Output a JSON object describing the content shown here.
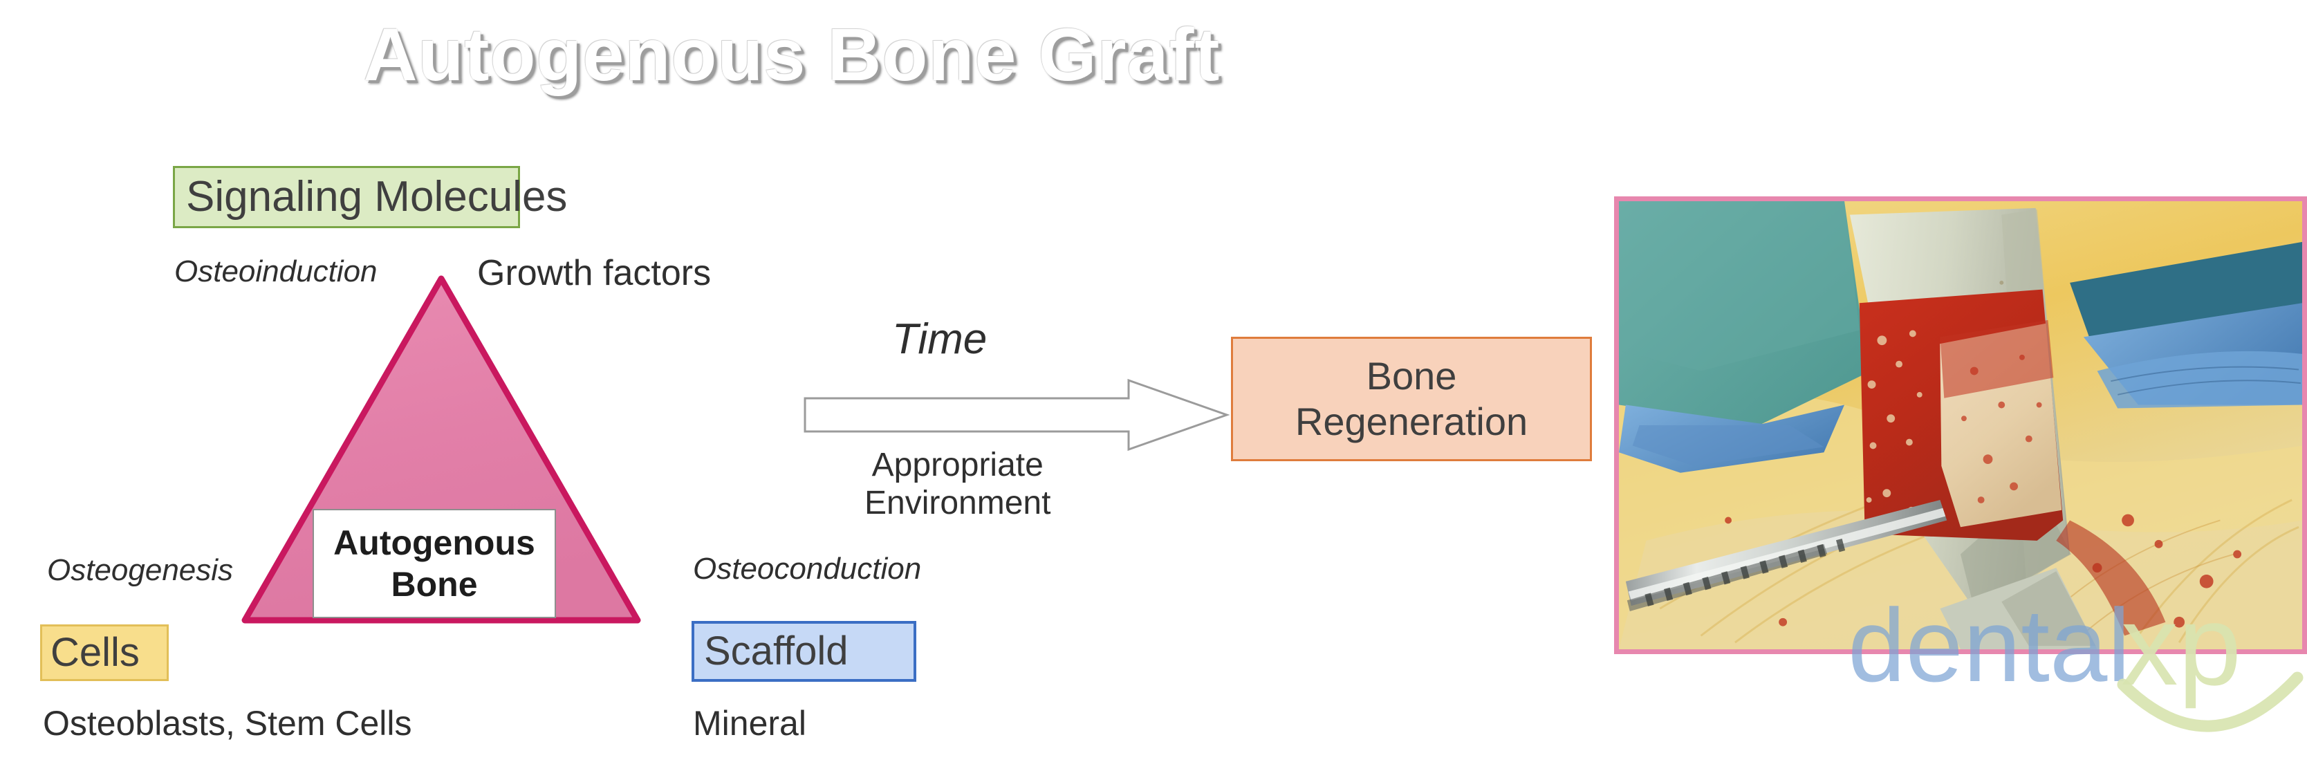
{
  "slide": {
    "title": "Autogenous Bone Graft",
    "background_color": "#ffffff"
  },
  "triad": {
    "center_label_line1": "Autogenous",
    "center_label_line2": "Bone",
    "triangle_fill": "#e27fa8",
    "triangle_border": "#c9185f",
    "vertices": [
      {
        "id": "signaling",
        "box_label": "Signaling Molecules",
        "mechanism": "Osteoinduction",
        "component": "Growth factors",
        "fill": "#dcebc4",
        "border": "#7aa646"
      },
      {
        "id": "cells",
        "box_label": "Cells",
        "mechanism": "Osteogenesis",
        "component": "Osteoblasts, Stem Cells",
        "fill": "#f8de8c",
        "border": "#e2bf58"
      },
      {
        "id": "scaffold",
        "box_label": "Scaffold",
        "mechanism": "Osteoconduction",
        "component": "Mineral",
        "fill": "#c6d9f6",
        "border": "#3b6ec4"
      }
    ]
  },
  "process": {
    "arrow_label_above": "Time",
    "arrow_label_below_line1": "Appropriate",
    "arrow_label_below_line2": "Environment",
    "arrow_fill": "#ffffff",
    "arrow_border": "#9b9b9b"
  },
  "outcome": {
    "label_line1": "Bone",
    "label_line2": "Regeneration",
    "fill": "#f8d2bb",
    "border": "#df7c3c"
  },
  "photo": {
    "caption_alt": "surgical-bone-graft-harvest",
    "frame_color": "#e787ae"
  },
  "watermark": {
    "text_primary": "dental",
    "text_secondary": "xp",
    "color_primary": "#7da4d4",
    "color_secondary": "#d8e4b0"
  }
}
